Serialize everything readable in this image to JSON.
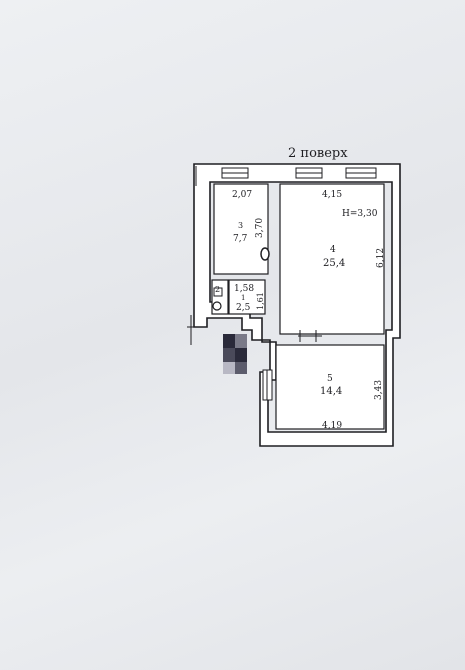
{
  "plan": {
    "floor_title": "2 поверх",
    "rooms": [
      {
        "number": "3",
        "area": "7,7",
        "dim_top": "2,07",
        "dim_side": "3,70"
      },
      {
        "number": "4",
        "area": "25,4",
        "dim_top": "4,15",
        "dim_side": "6,12",
        "height": "H=3,30"
      },
      {
        "number": "5",
        "area": "14,4",
        "dim_bottom": "4,19",
        "dim_side": "3,43"
      },
      {
        "number": "1",
        "area": "2,5",
        "dim_top": "1,58",
        "dim_side": "1,61"
      },
      {
        "number": "2"
      }
    ]
  }
}
